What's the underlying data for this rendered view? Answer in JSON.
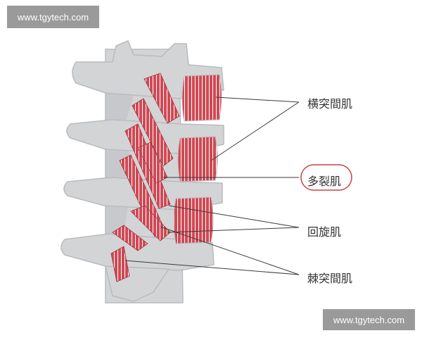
{
  "watermarks": {
    "top": "www.tgytech.com",
    "bottom": "www.tgytech.com"
  },
  "labels": {
    "transverse": "横突間肌",
    "multifidus": "多裂肌",
    "rotatores": "回旋肌",
    "spinalis": "棘突間肌"
  },
  "highlighted_label": "multifidus",
  "colors": {
    "bone": "#d3d4d6",
    "bone_edge": "#b9bbbe",
    "muscle": "#cf4a55",
    "muscle_light": "#e78088",
    "muscle_line": "#ffffff",
    "leader": "#3a3a3a",
    "highlight_ring": "#c9404a",
    "text": "#333333",
    "watermark_bg": "#9a9a9a"
  }
}
